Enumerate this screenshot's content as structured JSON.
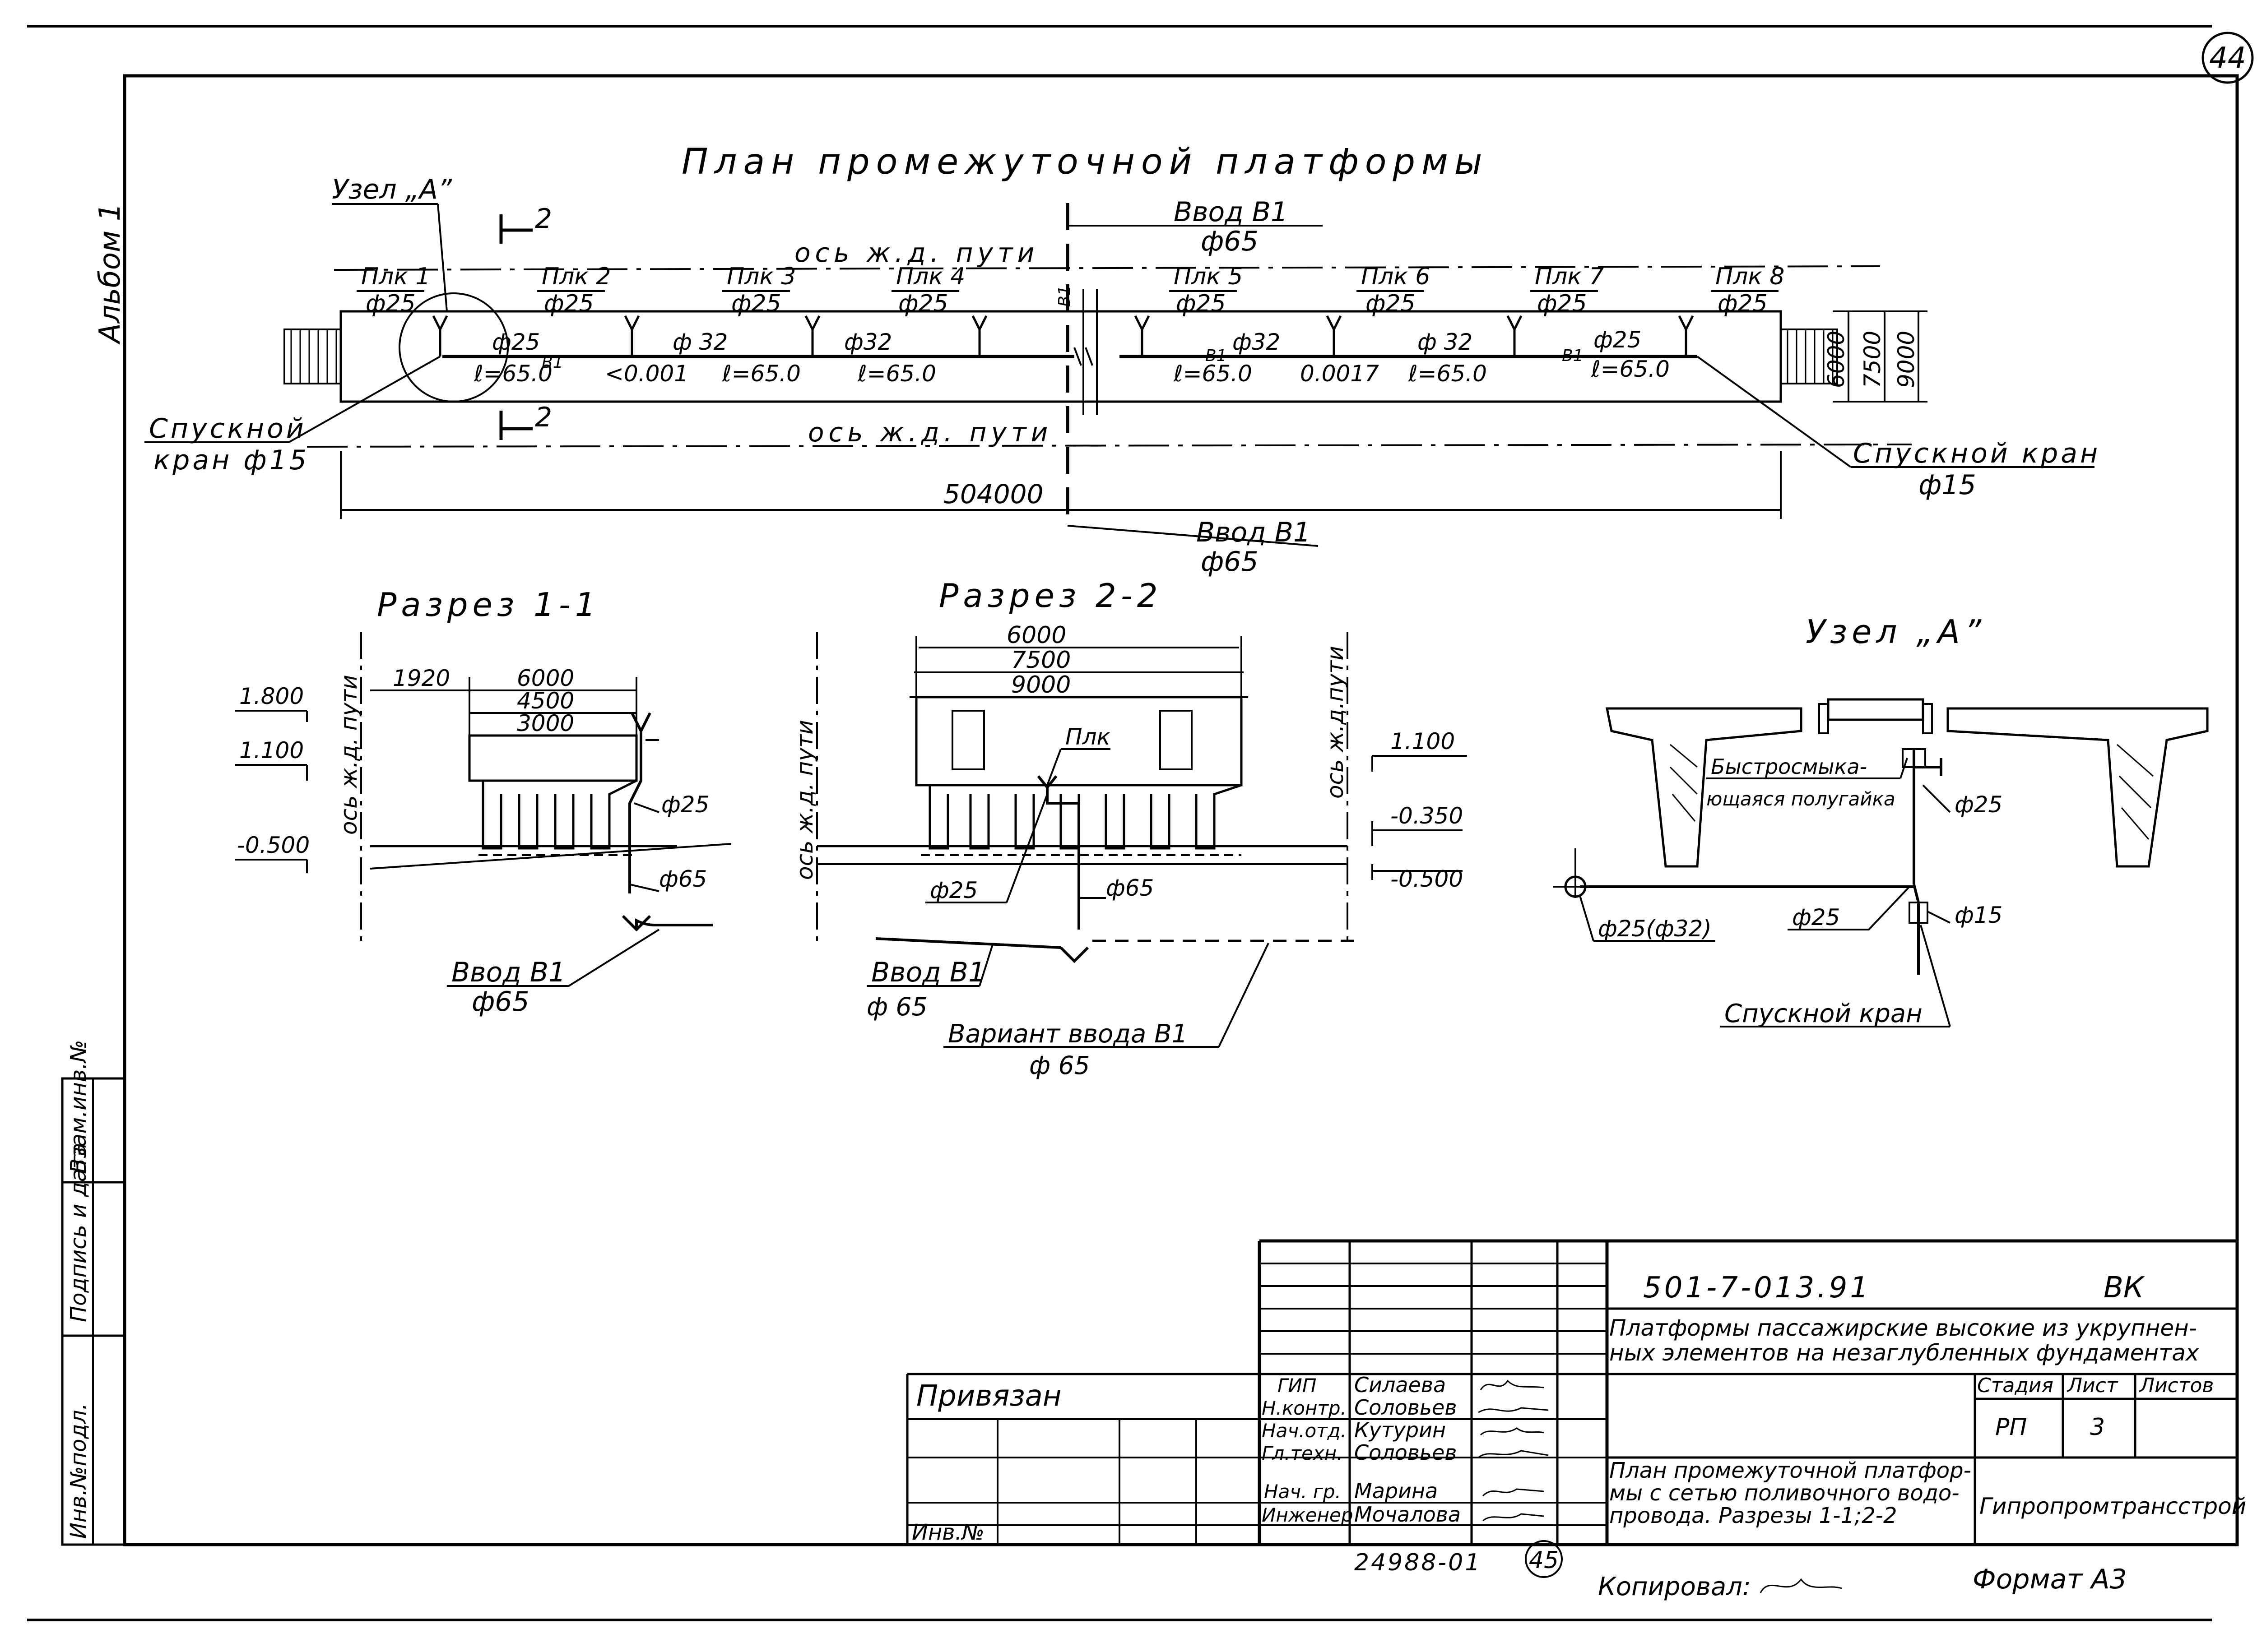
{
  "sheet_number": "44",
  "album_label": "Альбом 1",
  "plan": {
    "title": "План промежуточной платформы",
    "node_ref": "Узел „А”",
    "section_mark": "2",
    "axis_label_top": "ось ж.д. пути",
    "axis_label_bottom": "ось ж.д. пути",
    "inlet_top": "Ввод В1",
    "inlet_top_dia": "ф65",
    "inlet_bottom": "Ввод В1",
    "inlet_bottom_dia": "ф65",
    "line_label": "В1",
    "hydrants": [
      {
        "name": "Плк 1",
        "dia": "ф25"
      },
      {
        "name": "Плк 2",
        "dia": "ф25"
      },
      {
        "name": "Плк 3",
        "dia": "ф25"
      },
      {
        "name": "Плк 4",
        "dia": "ф25"
      },
      {
        "name": "Плк 5",
        "dia": "ф25"
      },
      {
        "name": "Плк 6",
        "dia": "ф25"
      },
      {
        "name": "Плк 7",
        "dia": "ф25"
      },
      {
        "name": "Плк 8",
        "dia": "ф25"
      }
    ],
    "pipe_labels": [
      "ф25",
      "ℓ=65.0",
      "<0.001",
      "ф 32",
      "ℓ=65.0",
      "ф32",
      "ℓ=65.0",
      "ф32",
      "ℓ=65.0",
      "0.0017",
      "ф 32",
      "ℓ=65.0",
      "ф25",
      "ℓ=65.0"
    ],
    "drain_left": "Спускной",
    "drain_left_2": "кран ф15",
    "drain_right": "Спускной кран",
    "drain_right_dia": "ф15",
    "length": "504000",
    "widths": [
      "6000",
      "7500",
      "9000"
    ]
  },
  "section_1": {
    "title": "Разрез 1-1",
    "axis": "ось ж.д. пути",
    "offset": "1920",
    "widths": [
      "6000",
      "4500",
      "3000"
    ],
    "levels": [
      "1.800",
      "1.100",
      "-0.500"
    ],
    "dia_25": "ф25",
    "dia_65": "ф65",
    "inlet": "Ввод В1",
    "inlet_dia": "ф65"
  },
  "section_2": {
    "title": "Разрез 2-2",
    "widths": [
      "6000",
      "7500",
      "9000"
    ],
    "axis_left": "ось ж.д. пути",
    "axis_right": "ось ж.д.пути",
    "hydrant": "Плк",
    "levels": [
      "1.100",
      "-0.350",
      "-0.500"
    ],
    "dia_25": "ф25",
    "dia_65": "ф65",
    "inlet": "Ввод В1",
    "inlet_dia": "ф 65",
    "variant": "Вариант ввода В1",
    "variant_dia": "ф 65"
  },
  "node_a": {
    "title": "Узел „А”",
    "coupling": "Быстросмыка-",
    "coupling_2": "ющаяся полугайка",
    "dia_25_top": "ф25",
    "dia_main": "ф25(ф32)",
    "dia_25_bottom": "ф25",
    "dia_15": "ф15",
    "drain": "Спускной кран"
  },
  "stamp": {
    "code": "501-7-013.91",
    "section": "ВК",
    "project_title_1": "Платформы пассажирские высокие из укрупнен-",
    "project_title_2": "ных элементов на незаглубленных фундаментах",
    "bound": "Привязан",
    "inv": "Инв.№",
    "roles": [
      "ГИП",
      "Н.контр.",
      "Нач.отд.",
      "Гл.техн.",
      "Нач. гр.",
      "Инженер"
    ],
    "names": [
      "Силаева",
      "Соловьев",
      "Кутурин",
      "Соловьев",
      "Марина",
      "Мочалова"
    ],
    "stage_label": "Стадия",
    "sheet_label": "Лист",
    "sheets_label": "Листов",
    "stage": "РП",
    "sheet": "3",
    "sheets": "",
    "drawing_title_1": "План промежуточной платфор-",
    "drawing_title_2": "мы с сетью поливочного водо-",
    "drawing_title_3": "провода. Разрезы 1-1;2-2",
    "org": "Гипропромтрансстрой",
    "doc_number": "24988-01",
    "copy_page": "45",
    "copied": "Копировал:",
    "format": "Формат А3"
  },
  "side_stamp": [
    "Инв.№подл.",
    "Подпись и дата",
    "Взам.инв.№"
  ]
}
